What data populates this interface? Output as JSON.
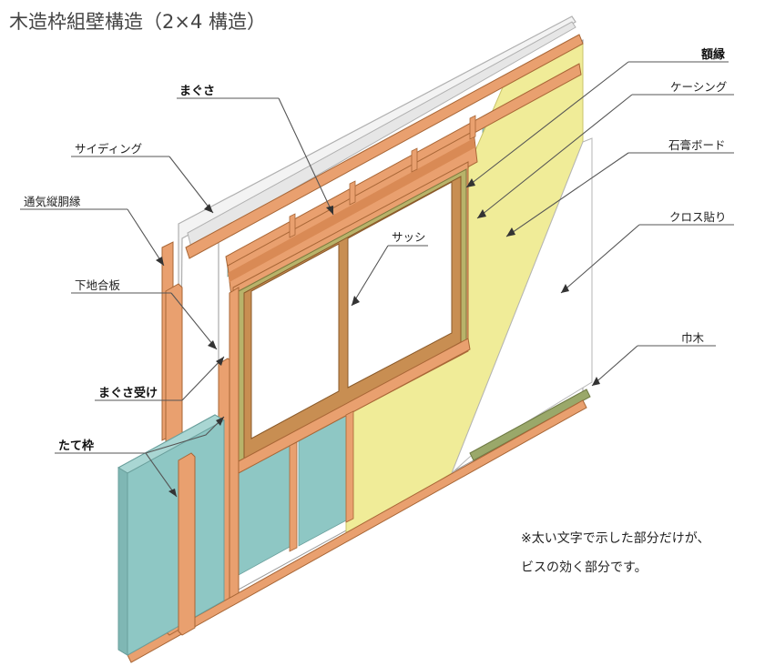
{
  "title": "木造枠組壁構造（2×4 構造）",
  "labels": {
    "sideboard": "額縁",
    "casing": "ケーシング",
    "gypsum_board": "石膏ボード",
    "cloth": "クロス貼り",
    "baseboard": "巾木",
    "sash": "サッシ",
    "magusa": "まぐさ",
    "siding": "サイディング",
    "vent_batten": "通気縦胴縁",
    "sheathing": "下地合板",
    "magusa_support": "まぐさ受け",
    "stud": "たて枠"
  },
  "note": {
    "line1": "※太い文字で示した部分だけが、",
    "line2": "ビスの効く部分です。"
  },
  "colors": {
    "wood": "#e9a06f",
    "wood_dark": "#c97a4a",
    "insulation": "#8ec7c4",
    "gypsum": "#f0ec98",
    "siding": "#f2f2f2",
    "sash": "#b8884f",
    "baseboard": "#9aa86a"
  }
}
